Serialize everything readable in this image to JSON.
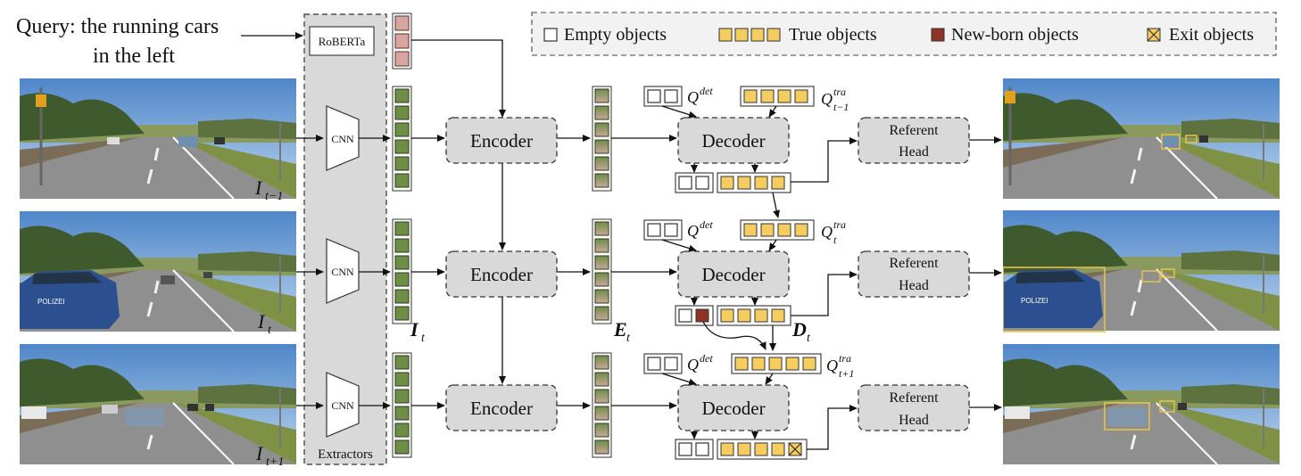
{
  "query": {
    "line1": "Query: the running cars",
    "line2": "in the left"
  },
  "extractors": {
    "text_encoder": "RoBERTa",
    "cnn": "CNN",
    "label": "Extractors"
  },
  "modules": {
    "encoder": "Encoder",
    "decoder": "Decoder",
    "head_line1": "Referent",
    "head_line2": "Head"
  },
  "legend": {
    "empty": "Empty objects",
    "true": "True objects",
    "newborn": "New-born objects",
    "exit": "Exit objects"
  },
  "symbols": {
    "q_det": "Q",
    "q_det_sup": "det",
    "q_tra": "Q",
    "q_tra_sup": "tra",
    "q_tra_sub_prev": "t−1",
    "q_tra_sub_cur": "t",
    "q_tra_sub_next": "t+1",
    "I_sym": "I",
    "I_sub": "t",
    "E_sym": "E",
    "E_sub": "t",
    "D_sym": "D",
    "D_sub": "t"
  },
  "frames": {
    "prev_label": "I",
    "prev_sub": "t−1",
    "cur_label": "I",
    "cur_sub": "t",
    "next_label": "I",
    "next_sub": "t+1"
  },
  "colors": {
    "feature_green": "#6e8e46",
    "text_feature_pink": "#d9a5a0",
    "true_object_yellow": "#f4cc60",
    "newborn_red": "#8e3326",
    "module_gray": "#d9d9d9",
    "bbox_yellow": "#e6c34a"
  }
}
